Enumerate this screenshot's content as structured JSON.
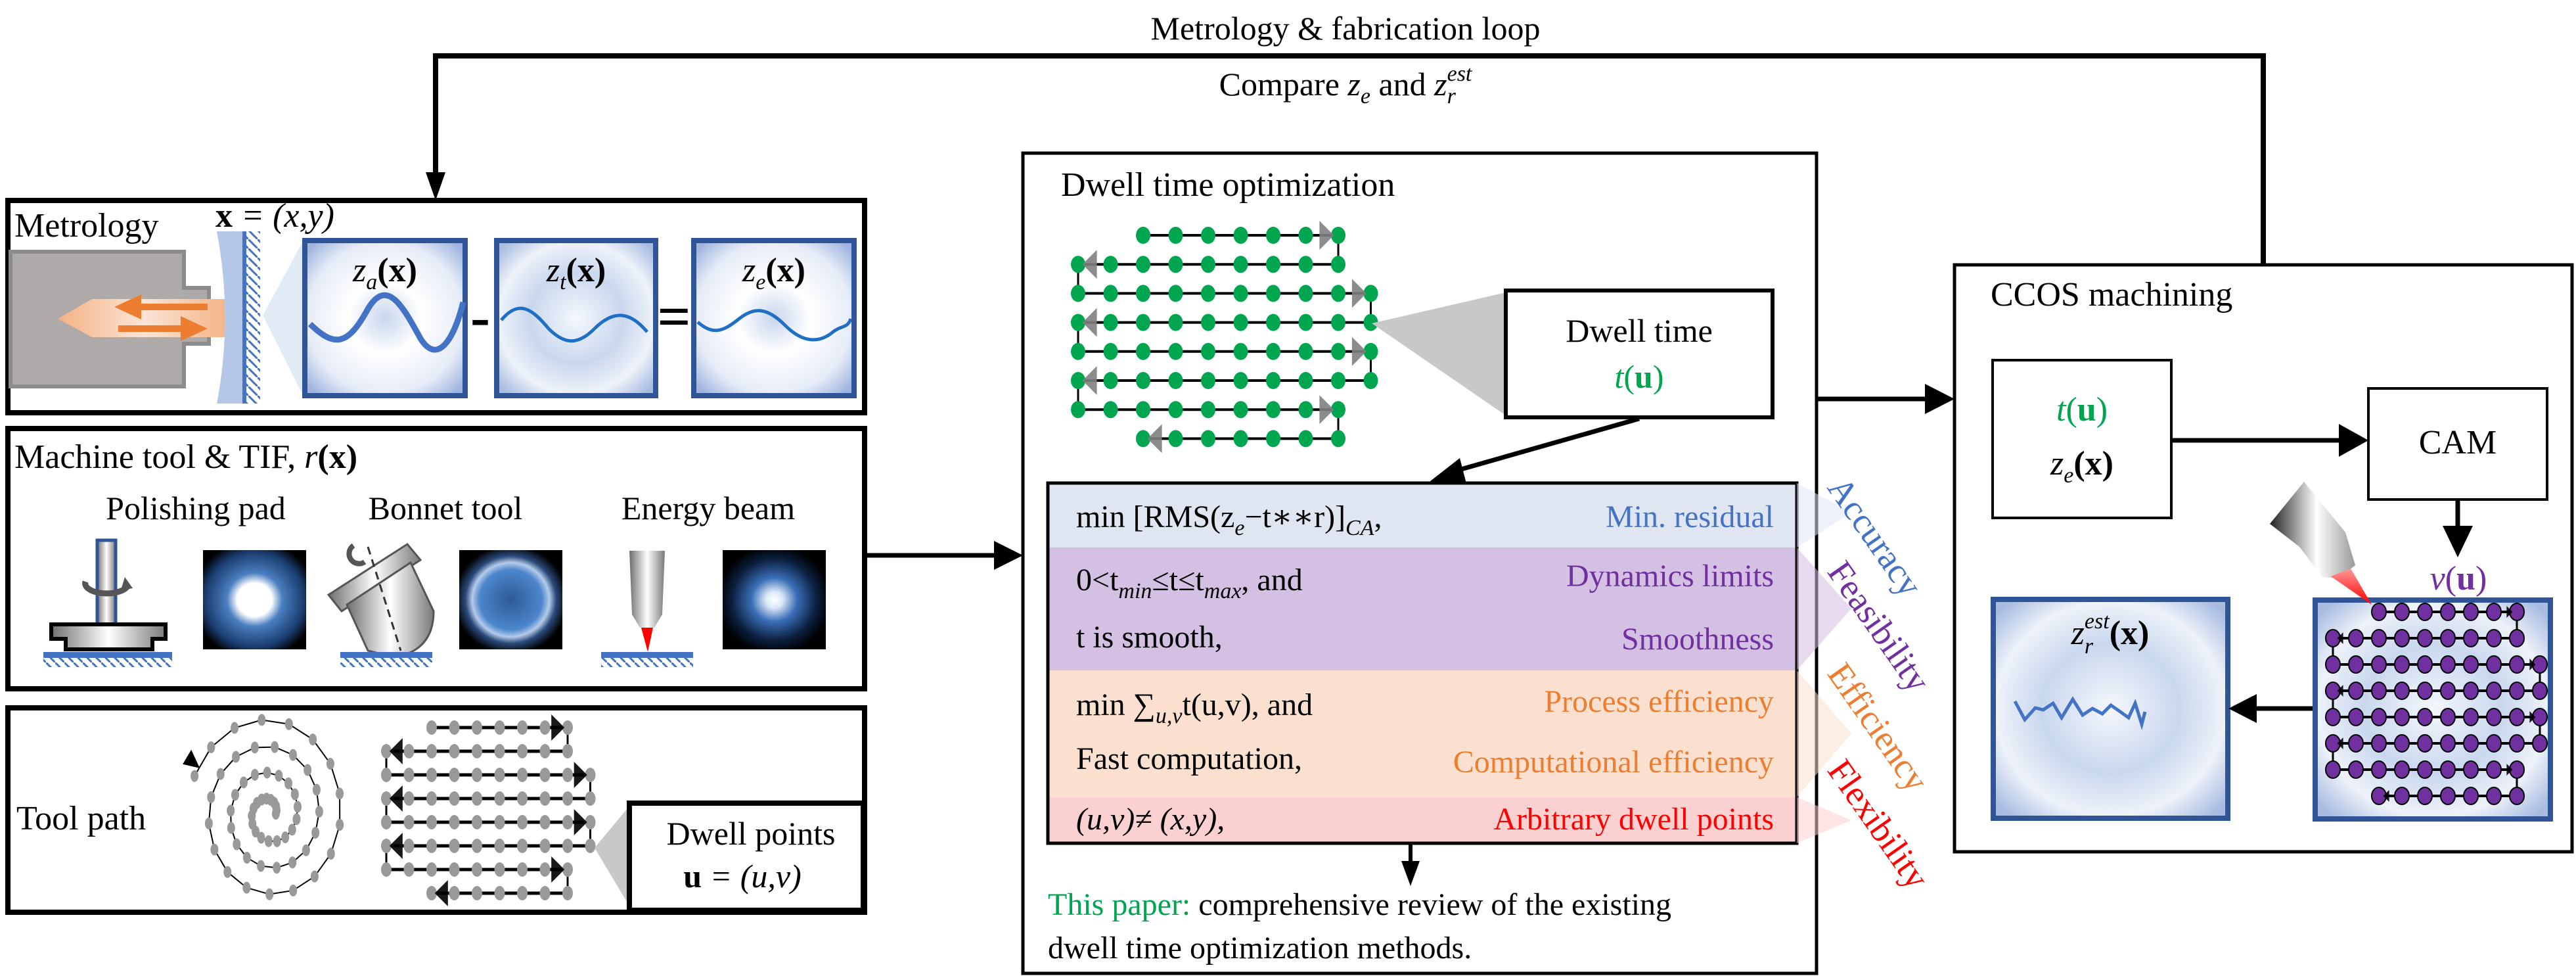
{
  "loop": {
    "title": "Metrology & fabrication loop",
    "compare_prefix": "Compare ",
    "compare_z": "z",
    "compare_e": "e",
    "compare_and": " and ",
    "compare_z2": "z",
    "compare_r": "r",
    "compare_est": "est"
  },
  "metrology": {
    "title": "Metrology",
    "coord_bold": "x",
    "coord_rest": " = (x,y)",
    "surfaces": [
      {
        "z": "z",
        "sub": "a",
        "arg": "(x)"
      },
      {
        "z": "z",
        "sub": "t",
        "arg": "(x)"
      },
      {
        "z": "z",
        "sub": "e",
        "arg": "(x)"
      }
    ],
    "minus": "-",
    "equals": "="
  },
  "machine": {
    "title": "Machine tool & TIF, ",
    "title_r": "r",
    "title_arg": "(x)",
    "tools": [
      {
        "label": "Polishing pad",
        "icon": "polishing-pad-icon"
      },
      {
        "label": "Bonnet tool",
        "icon": "bonnet-tool-icon"
      },
      {
        "label": "Energy beam",
        "icon": "energy-beam-icon"
      }
    ]
  },
  "toolpath": {
    "title": "Tool path",
    "dwell_points_label": "Dwell points",
    "dwell_points_u": "u",
    "dwell_points_eq": " = (u,v)"
  },
  "dwell": {
    "title": "Dwell time optimization",
    "box_label": "Dwell time",
    "box_t": "t",
    "box_u": "u",
    "rows": [
      {
        "left": "min [RMS(zₑ−t∗∗r)]ₓₐ,",
        "parts": [
          "min [RMS(z",
          "e",
          "−t∗∗r)]",
          "CA",
          ","
        ],
        "right": [
          "Min. residual"
        ],
        "category": "Accuracy",
        "color": "#4472c4",
        "bg": "#dfe6f2"
      },
      {
        "parts": [
          "0<t",
          "min",
          "≤t≤t",
          "max",
          ", and"
        ],
        "line2": "t is smooth,",
        "right": [
          "Dynamics limits",
          "Smoothness"
        ],
        "category": "Feasibility",
        "color": "#7030a0",
        "bg": "#d4c0e2"
      },
      {
        "parts": [
          "min ∑",
          "u,v",
          "t(u,v), and"
        ],
        "line2": "Fast computation,",
        "right": [
          "Process efficiency",
          "Computational efficiency"
        ],
        "category": "Efficiency",
        "color": "#ed7d31",
        "bg": "#fbe0cf"
      },
      {
        "parts": [
          "(u,v)≠ (x,y),"
        ],
        "right": [
          "Arbitrary dwell points"
        ],
        "category": "Flexibility",
        "color": "#ff0000",
        "bg": "#fbd0d0"
      }
    ],
    "paper_highlight": "This paper:",
    "paper_text_1": " comprehensive review of the existing",
    "paper_text_2": "dwell time optimization methods.",
    "dot_color": "#00b050"
  },
  "ccos": {
    "title": "CCOS machining",
    "input_t": "t",
    "input_u": "u",
    "input_z": "z",
    "input_e": "e",
    "input_x": "(x)",
    "cam_label": "CAM",
    "v_label": "v",
    "v_u": "u",
    "est_z": "z",
    "est_r": "r",
    "est_sup": "est",
    "est_x": "(x)",
    "dot_color": "#7030a0"
  },
  "colors": {
    "panel_border": "#2f5597",
    "wave": "#4472c4",
    "green": "#00a550",
    "purple": "#7030a0",
    "orange_arrow": "#ed7d31",
    "gray_dot": "#999999"
  }
}
